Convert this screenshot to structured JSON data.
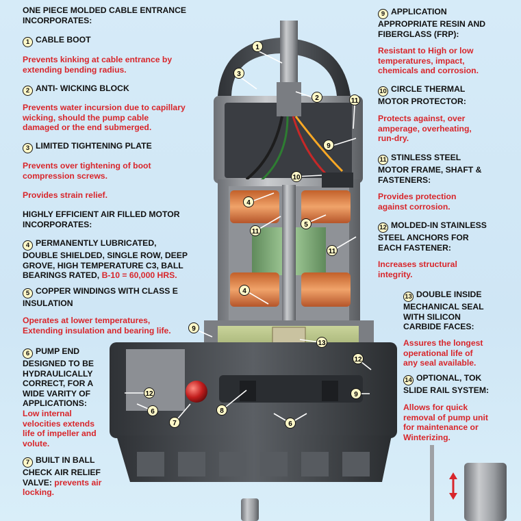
{
  "header": {
    "line1": "ONE PIECE MOLDED CABLE ENTRANCE",
    "line2": "INCORPORATES:"
  },
  "left": {
    "f1_title": "CABLE BOOT",
    "f1_desc": "Prevents kinking at cable entrance by\nextending bending radius.",
    "f2_title": "ANTI- WICKING BLOCK",
    "f2_desc": "Prevents water incursion due to capillary\nwicking, should the pump cable\ndamaged or the end submerged.",
    "f3_title": "LIMITED TIGHTENING PLATE",
    "f3_desc": "Prevents over tightening of boot\ncompression screws.",
    "f3_desc2": "Provides strain relief.",
    "motor_heading": "HIGHLY  EFFICIENT AIR FILLED MOTOR\nINCORPORATES:",
    "f4_title": "PERMANENTLY LUBRICATED,\nDOUBLE SHIELDED, SINGLE ROW, DEEP\nGROVE, HIGH TEMPERATURE C3, BALL\nBEARINGS RATED, ",
    "f4_rating": "B-10 = 60,000 HRS.",
    "f5_title": "COPPER WINDINGS WITH CLASS E\nINSULATION",
    "f5_desc": "Operates at lower temperatures,\nExtending insulation and bearing life.",
    "f6_title": "PUMP END\nDESIGNED TO BE\nHYDRAULICALLY\nCORRECT, FOR A\nWIDE VARITY OF\nAPPLICATIONS:",
    "f6_desc": "Low internal\nvelocities extends\nlife of impeller and\nvolute.",
    "f7_title": "BUILT IN BALL\nCHECK AIR RELIEF\nVALVE: ",
    "f7_desc": "prevents air\nlocking."
  },
  "right": {
    "f9_title": "APPLICATION\nAPPROPRIATE RESIN AND\nFIBERGLASS (FRP):",
    "f9_desc": "Resistant to High or low\ntemperatures, impact,\nchemicals and corrosion.",
    "f10_title": "CIRCLE THERMAL\nMOTOR PROTECTOR:",
    "f10_desc": "Protects against, over\namperage, overheating,\nrun-dry.",
    "f11_title": "STINLESS STEEL\nMOTOR FRAME, SHAFT &\nFASTENERS:",
    "f11_desc": "Provides protection\nagainst corrosion.",
    "f12_title": "MOLDED-IN STAINLESS\nSTEEL ANCHORS FOR\nEACH  FASTENER:",
    "f12_desc": "Increases structural\nintegrity.",
    "f13_title": "DOUBLE INSIDE\nMECHANICAL SEAL\nWITH SILICON\nCARBIDE FACES:",
    "f13_desc": "Assures the longest\noperational  life of\nany seal available.",
    "f14_title": "OPTIONAL, TOK\nSLIDE RAIL SYSTEM:",
    "f14_desc": "Allows for quick\nremoval of pump unit\nfor maintenance or\nWinterizing."
  },
  "numbers": [
    "1",
    "2",
    "3",
    "4",
    "5",
    "6",
    "7",
    "8",
    "9",
    "10",
    "11",
    "12",
    "13",
    "14"
  ],
  "colors": {
    "background": "#d6ebf8",
    "heading": "#111111",
    "description": "#d8262b",
    "callout": "#fff8c8"
  }
}
